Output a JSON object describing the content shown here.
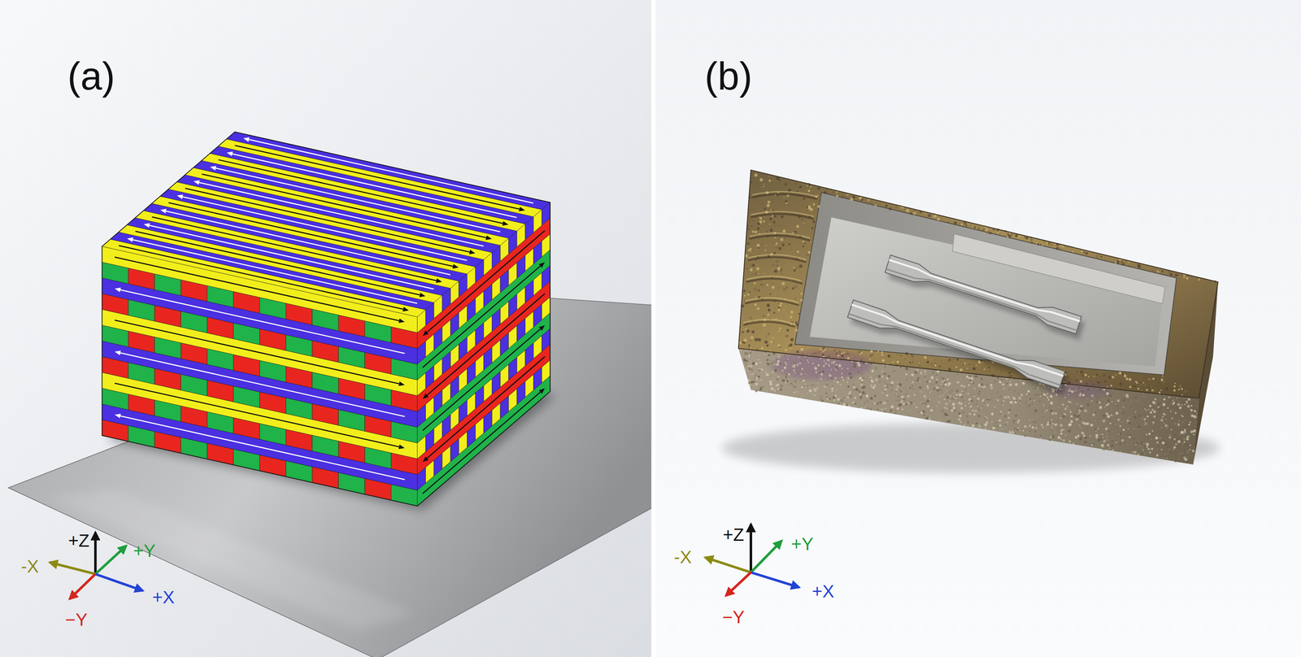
{
  "diagram": {
    "labels": [
      "(a)",
      "+Z",
      "+Y",
      "-X",
      "+X",
      "−Y",
      "(b)",
      "+Z",
      "+Y",
      "-X",
      "+X",
      "−Y"
    ]
  }
}
